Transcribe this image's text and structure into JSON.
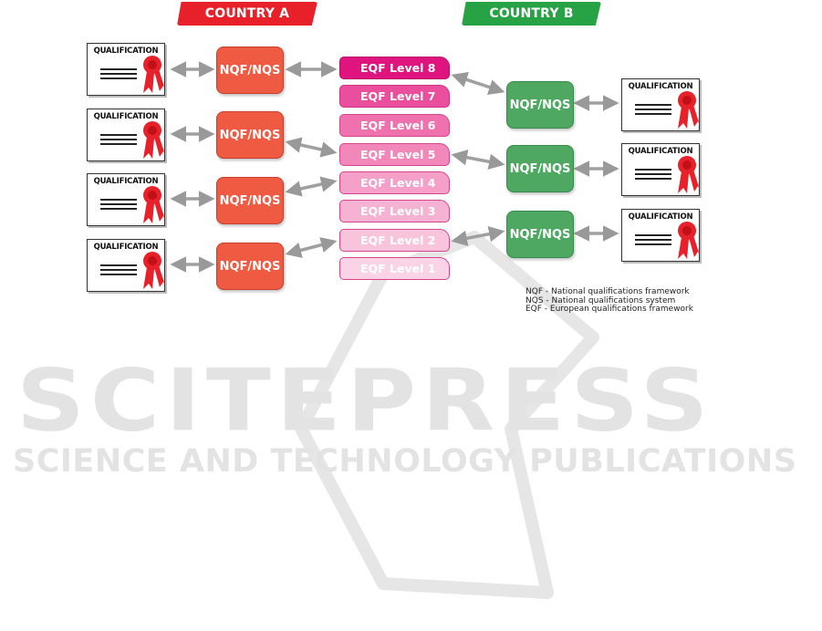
{
  "tabs": {
    "country_a": "COUNTRY A",
    "country_b": "COUNTRY B"
  },
  "qualification_label": "QUALIFICATION",
  "nqf_label": "NQF/NQS",
  "eqf_levels": [
    "EQF Level 8",
    "EQF Level 7",
    "EQF Level 6",
    "EQF Level 5",
    "EQF Level 4",
    "EQF Level 3",
    "EQF Level 2",
    "EQF Level 1"
  ],
  "legend": [
    "NQF - National qualifications framework",
    "NQS - National qualifications system",
    "EQF - European qualifications framework"
  ],
  "watermark": {
    "title": "SCITEPRESS",
    "subtitle": "SCIENCE AND TECHNOLOGY PUBLICATIONS"
  },
  "colors": {
    "country_a": "#e8202a",
    "country_b": "#27a345",
    "nqf_a": "#ee5a42",
    "nqf_b": "#4fa862",
    "eqf_top": "#e0147f"
  }
}
